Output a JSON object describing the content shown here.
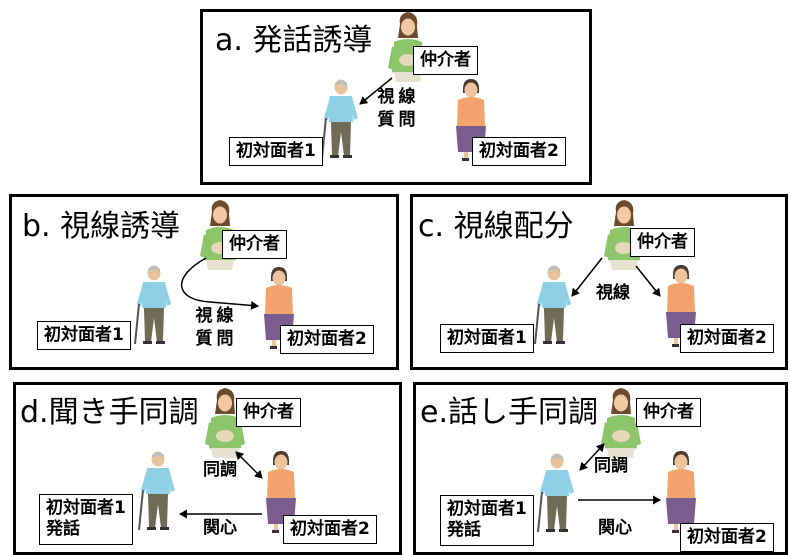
{
  "panels": {
    "a": {
      "title": "a. 発話誘導",
      "mediator": "仲介者",
      "person1": "初対面者1",
      "person2": "初対面者2",
      "gaze_chars": [
        "視",
        "線"
      ],
      "question_chars": [
        "質",
        "問"
      ]
    },
    "b": {
      "title": "b. 視線誘導",
      "mediator": "仲介者",
      "person1": "初対面者1",
      "person2": "初対面者2",
      "gaze_chars": [
        "視",
        "線"
      ],
      "question_chars": [
        "質",
        "問"
      ]
    },
    "c": {
      "title": "c. 視線配分",
      "mediator": "仲介者",
      "person1": "初対面者1",
      "person2": "初対面者2",
      "gaze": "視線"
    },
    "d": {
      "title": "d.聞き手同調",
      "mediator": "仲介者",
      "person1_line1": "初対面者1",
      "person1_line2": "発話",
      "person2": "初対面者2",
      "sync": "同調",
      "interest": "関心"
    },
    "e": {
      "title": "e.話し手同調",
      "mediator": "仲介者",
      "person1_line1": "初対面者1",
      "person1_line2": "発話",
      "person2": "初対面者2",
      "sync": "同調",
      "interest": "関心"
    }
  },
  "colors": {
    "woman_shirt": "#8cc56a",
    "man_shirt": "#8fd0e6",
    "woman2_top": "#f2a36e",
    "woman2_skirt": "#7a5c8e",
    "man_pants": "#6f6b55",
    "border": "#000000"
  }
}
